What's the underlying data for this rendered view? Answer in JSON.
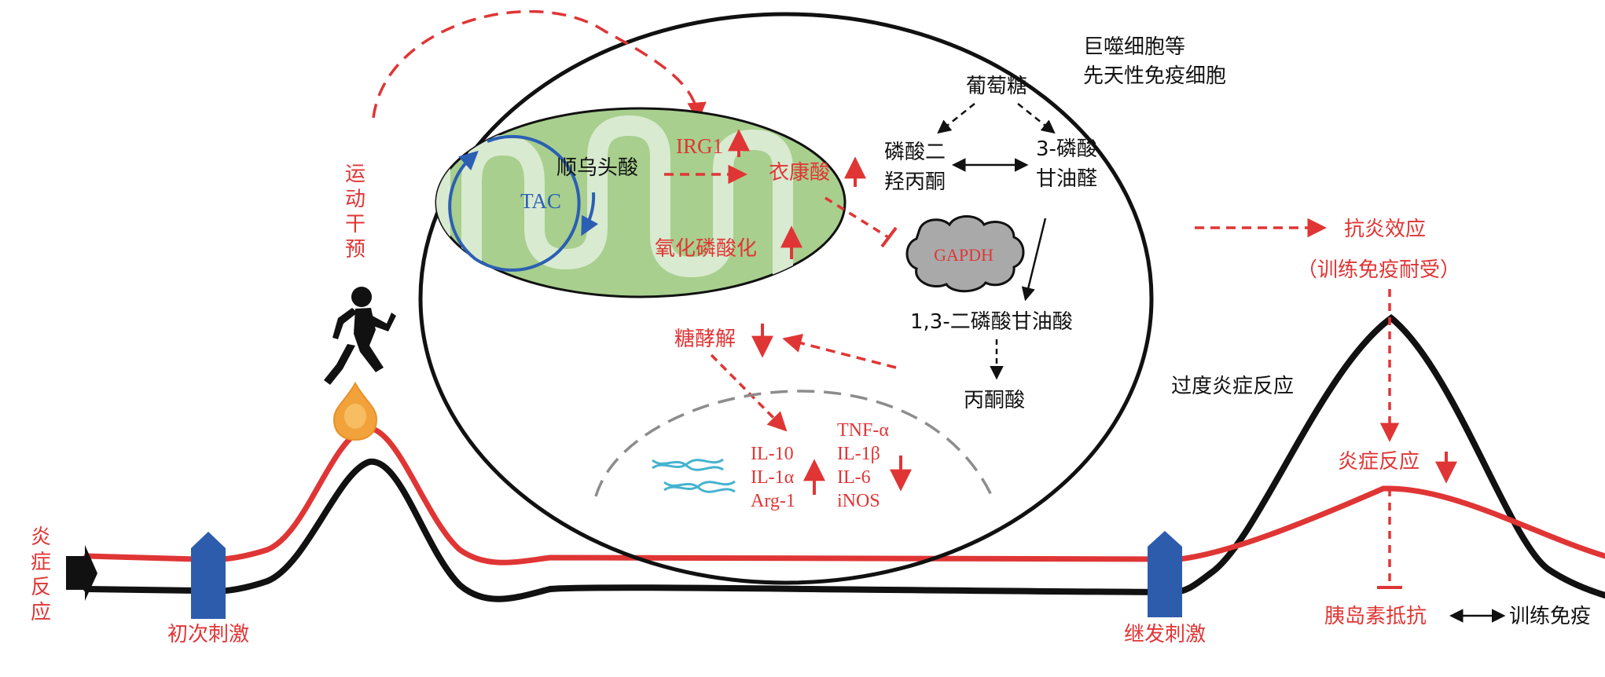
{
  "colors": {
    "red": "#e03535",
    "black": "#111111",
    "blue": "#2d5cad",
    "tac_blue": "#2b5fb3",
    "mito_green": "#a8cf8d",
    "mito_fold": "#d8ead0",
    "gapdh_gray": "#a9a9a9",
    "drop_orange": "#f2a23a",
    "dashed_gray": "#8c8c8c",
    "dna_cyan": "#45b3cf"
  },
  "labels": {
    "left_inflammation": [
      "炎",
      "症",
      "反",
      "应"
    ],
    "initial_stimulus": "初次刺激",
    "secondary_stimulus": "继发刺激",
    "exercise_intervention": [
      "运",
      "动",
      "干",
      "预"
    ],
    "cell_type_line1": "巨噬细胞等",
    "cell_type_line2": "先天性免疫细胞",
    "glucose": "葡萄糖",
    "dhap_line1": "磷酸二",
    "dhap_line2": "羟丙酮",
    "g3p_line1": "3-磷酸",
    "g3p_line2": "甘油醛",
    "bpg": "1,3-二磷酸甘油酸",
    "pyruvate": "丙酮酸",
    "gapdh": "GAPDH",
    "tac": "TAC",
    "cis_aconitate": "顺乌头酸",
    "irg1": "IRG1",
    "itaconate": "衣康酸",
    "oxphos": "氧化磷酸化",
    "glycolysis": "糖酵解",
    "up_genes": [
      "IL-10",
      "IL-1α",
      "Arg-1"
    ],
    "down_genes": [
      "TNF-α",
      "IL-1β",
      "IL-6",
      "iNOS"
    ],
    "excessive_inflammation": "过度炎症反应",
    "anti_inflammatory": "抗炎效应",
    "trained_tolerance": "（训练免疫耐受）",
    "inflammation_down": "炎症反应",
    "insulin_resistance": "胰岛素抵抗",
    "trained_immunity": "训练免疫"
  }
}
